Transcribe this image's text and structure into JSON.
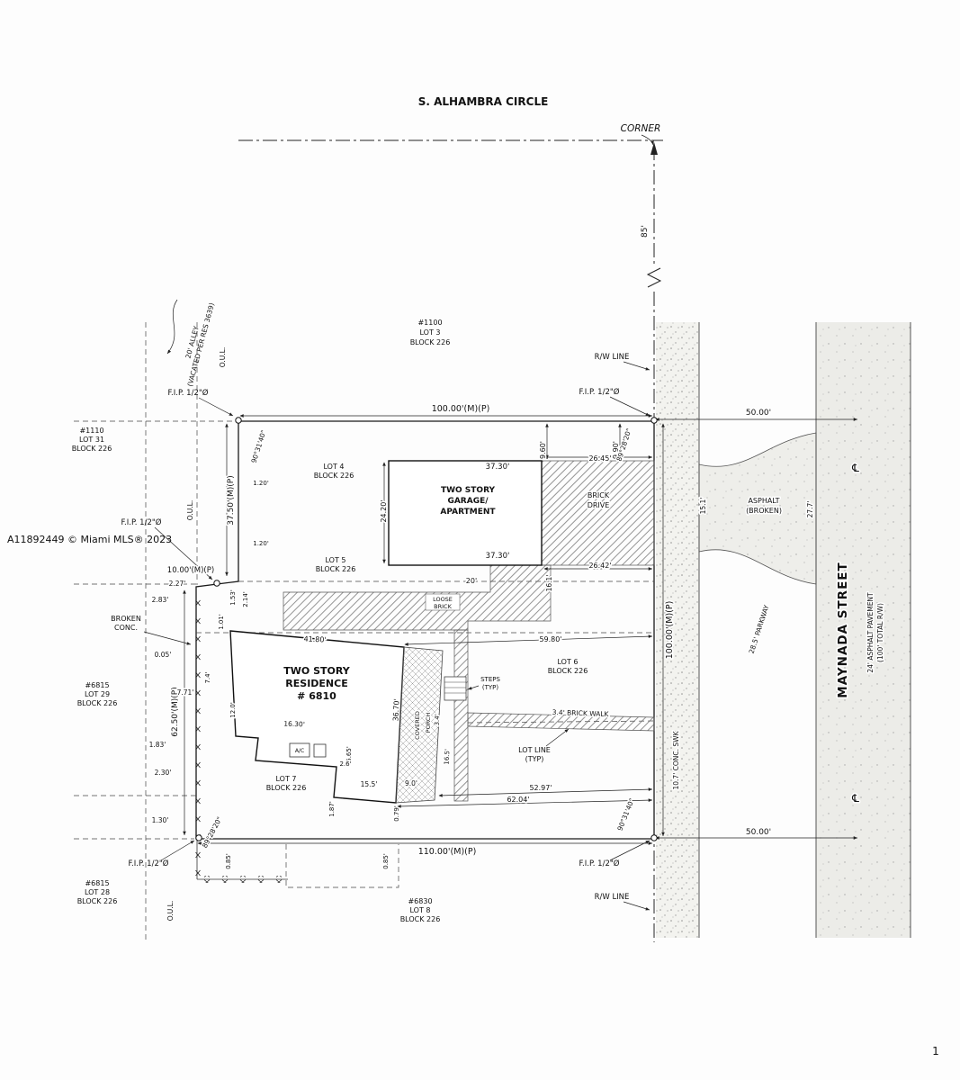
{
  "page": {
    "number": "1",
    "watermark": "A11892449 © Miami MLS® 2023"
  },
  "streets": {
    "alhambra": "S. ALHAMBRA CIRCLE",
    "corner": "CORNER",
    "rw_line": "R/W LINE",
    "maynada": "MAYNADA STREET",
    "pavement": [
      "24' ASPHALT PAVEMENT",
      "(100' TOTAL R/W)"
    ],
    "parkway": "28.5' PARKWAY",
    "sidewalk": "10.7' CONC. SWK",
    "asphalt": [
      "ASPHALT",
      "(BROKEN)"
    ],
    "centerline": "℄"
  },
  "lots": {
    "lot3": [
      "#1100",
      "LOT 3",
      "BLOCK 226"
    ],
    "lot31": [
      "#1110",
      "LOT 31",
      "BLOCK 226"
    ],
    "lot4": [
      "LOT 4",
      "BLOCK 226"
    ],
    "lot5": [
      "LOT 5",
      "BLOCK 226"
    ],
    "lot6": [
      "LOT 6",
      "BLOCK 226"
    ],
    "lot7": [
      "LOT 7",
      "BLOCK 226"
    ],
    "lot8": [
      "#6830",
      "LOT 8",
      "BLOCK 226"
    ],
    "lot29": [
      "#6815",
      "LOT 29",
      "BLOCK 226"
    ],
    "lot28": [
      "#6815",
      "LOT 28",
      "BLOCK 226"
    ]
  },
  "site": {
    "garage": [
      "TWO STORY",
      "GARAGE/",
      "APARTMENT"
    ],
    "residence": [
      "TWO STORY",
      "RESIDENCE",
      "# 6810"
    ],
    "brick_drive": [
      "BRICK",
      "DRIVE"
    ],
    "loose_brick": [
      "LOOSE",
      "BRICK"
    ],
    "porch": [
      "COVERED",
      "PORCH"
    ],
    "steps": [
      "STEPS",
      "(TYP)"
    ],
    "lot_line": [
      "LOT LINE",
      "(TYP)"
    ],
    "broken_conc": [
      "BROKEN",
      "CONC."
    ],
    "brick_walk": "3.4' BRICK WALK",
    "ac": "A/C",
    "fip": "F.I.P. 1/2\"Ø",
    "oul": "O.U.L.",
    "alley": [
      "20' ALLEY",
      "(VACATED PER RES 3639)"
    ]
  },
  "dims": {
    "top_width": "100.00'(M)(P)",
    "bottom_width": "110.00'(M)(P)",
    "east_depth": "100.00'(M)(P)",
    "west_upper": "37.50'(M)(P)",
    "west_lower": "62.50'(M)(P)",
    "west_jog": "10.00'(M)(P)",
    "half_rw_top": "50.00'",
    "half_rw_bottom": "50.00'",
    "alhambra_offset": "85'",
    "garage_width_n": "37.30'",
    "garage_width_s": "37.30'",
    "garage_depth": "24.20'",
    "d9_60": "9.60'",
    "d9_90": "9.90'",
    "d26_45": "26.45'",
    "d26_42": "26.42'",
    "d16_1": "16.1'",
    "d20": "20'",
    "d15_1": "15.1'",
    "d27_7": "27.7'",
    "d59_80": "59.80'",
    "d41_80": "41.80'",
    "d36_70": "36.70'",
    "d16_30": "16.30'",
    "d12_0": "12.0'",
    "d7_71": "7.71'",
    "d7_4": "7.4'",
    "d0_05": "0.05'",
    "d2_27": "2.27'",
    "d2_83": "2.83'",
    "d1_53": "1.53'",
    "d2_14": "2.14'",
    "d1_01": "1.01'",
    "d1_20a": "1.20'",
    "d1_20b": "1.20'",
    "d5_65": "5.65'",
    "d2_6": "2.6'",
    "d16_5": "16.5'",
    "d3_4": "3.4'",
    "d15_5": "15.5'",
    "d9_0": "9.0'",
    "d52_97": "52.97'",
    "d62_04": "62.04'",
    "d1_87": "1.87'",
    "d0_79": "0.79'",
    "d2_30": "2.30'",
    "d1_83": "1.83'",
    "d1_30": "1.30'",
    "d0_85a": "0.85'",
    "d0_85b": "0.85'",
    "angle_nw": "90°31'40\"",
    "angle_ne": "89°28'20\"",
    "angle_sw": "89°28'20\"",
    "angle_se": "90°31'40\""
  }
}
